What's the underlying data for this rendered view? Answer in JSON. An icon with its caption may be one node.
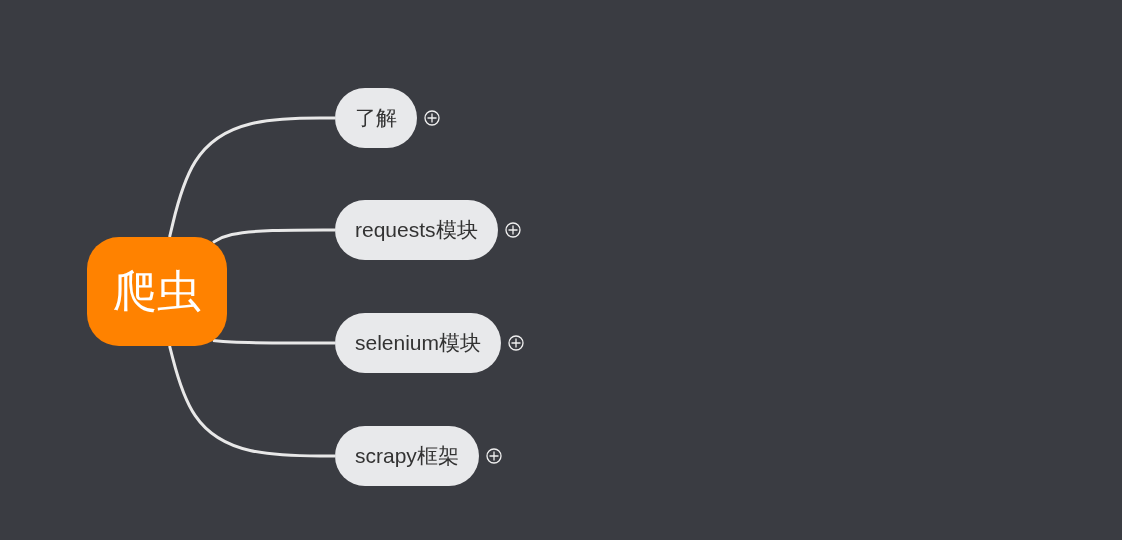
{
  "diagram": {
    "nodes": [
      {
        "text": [
          "爬虫"
        ]
      },
      {
        "text": [
          "了解"
        ]
      },
      {
        "text": [
          "requests模块"
        ]
      },
      {
        "text": [
          "selenium模块"
        ]
      },
      {
        "text": [
          "scrapy框架"
        ]
      }
    ],
    "edges": [
      {
        "from": 0,
        "to": 1,
        "arrow": "none"
      },
      {
        "from": 0,
        "to": 2,
        "arrow": "none"
      },
      {
        "from": 0,
        "to": 3,
        "arrow": "none"
      },
      {
        "from": 0,
        "to": 4,
        "arrow": "none"
      }
    ]
  }
}
